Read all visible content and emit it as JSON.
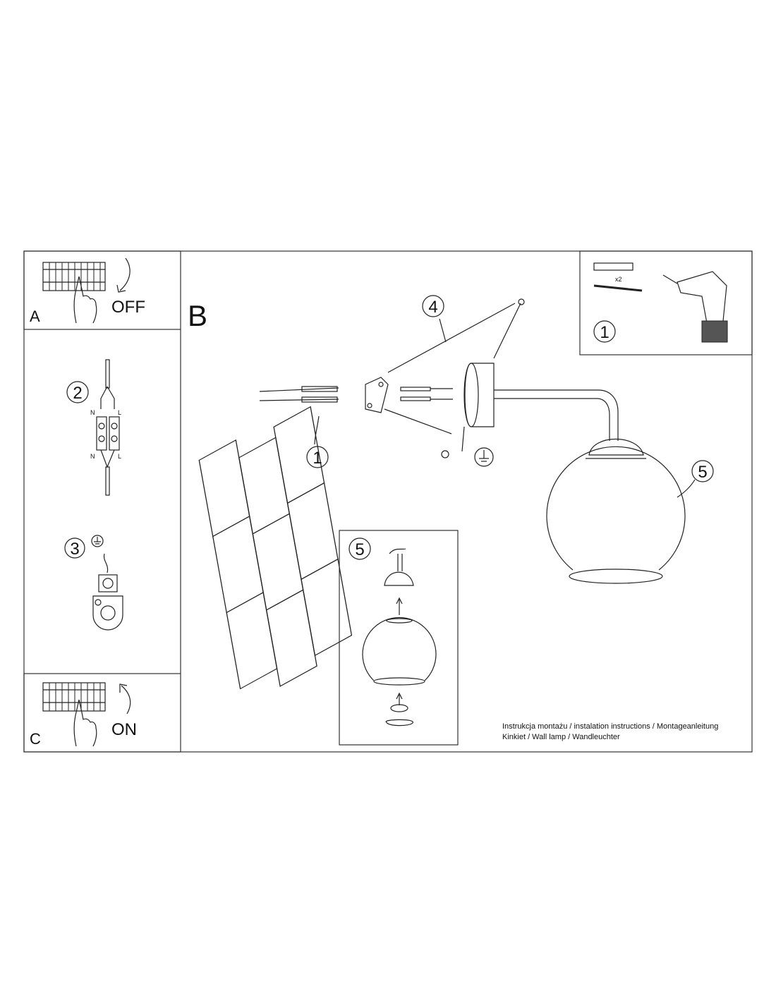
{
  "panels": {
    "a": {
      "letter": "A",
      "action": "OFF"
    },
    "b": {
      "letter": "B"
    },
    "c": {
      "letter": "C",
      "action": "ON"
    }
  },
  "steps": {
    "s1_tools": "1",
    "s1_dowel": "1",
    "s2": "2",
    "s3": "3",
    "s4": "4",
    "s5_main": "5",
    "s5_inset": "5"
  },
  "labels": {
    "quantity": "x2",
    "neutral_top": "N",
    "live_top": "L",
    "neutral_bottom": "N",
    "live_bottom": "L"
  },
  "footer": {
    "line1": "Instrukcja montażu / instalation instructions / Montageanleitung",
    "line2": "Kinkiet / Wall lamp / Wandleuchter"
  }
}
